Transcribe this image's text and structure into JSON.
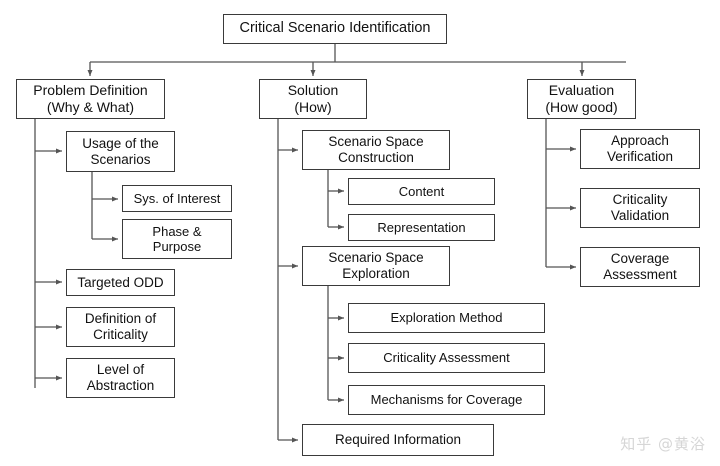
{
  "diagram": {
    "title": "Critical Scenario Identification",
    "root": {
      "label": "Critical Scenario Identification"
    },
    "categories": [
      {
        "label": "Problem Definition\n(Why & What)"
      },
      {
        "label": "Solution\n(How)"
      },
      {
        "label": "Evaluation\n(How good)"
      }
    ],
    "problem_definition": {
      "children": [
        {
          "label": "Usage of the\nScenarios"
        },
        {
          "label": "Targeted ODD"
        },
        {
          "label": "Definition  of\nCriticality"
        },
        {
          "label": "Level of\nAbstraction"
        }
      ],
      "usage_children": [
        {
          "label": "Sys. of Interest"
        },
        {
          "label": "Phase &\nPurpose"
        }
      ]
    },
    "solution": {
      "children": [
        {
          "label": "Scenario Space\nConstruction"
        },
        {
          "label": "Scenario Space\nExploration"
        },
        {
          "label": "Required Information"
        }
      ],
      "construction_children": [
        {
          "label": "Content"
        },
        {
          "label": "Representation"
        }
      ],
      "exploration_children": [
        {
          "label": "Exploration Method"
        },
        {
          "label": "Criticality Assessment"
        },
        {
          "label": "Mechanisms for Coverage"
        }
      ]
    },
    "evaluation": {
      "children": [
        {
          "label": "Approach\nVerification"
        },
        {
          "label": "Criticality\nValidation"
        },
        {
          "label": "Coverage\nAssessment"
        }
      ]
    },
    "watermark": "知乎 @黄浴",
    "colors": {
      "box_border": "#3a3a3a",
      "connector": "#555555",
      "text": "#111111",
      "background": "#ffffff",
      "watermark": "#d6d6d6"
    }
  }
}
